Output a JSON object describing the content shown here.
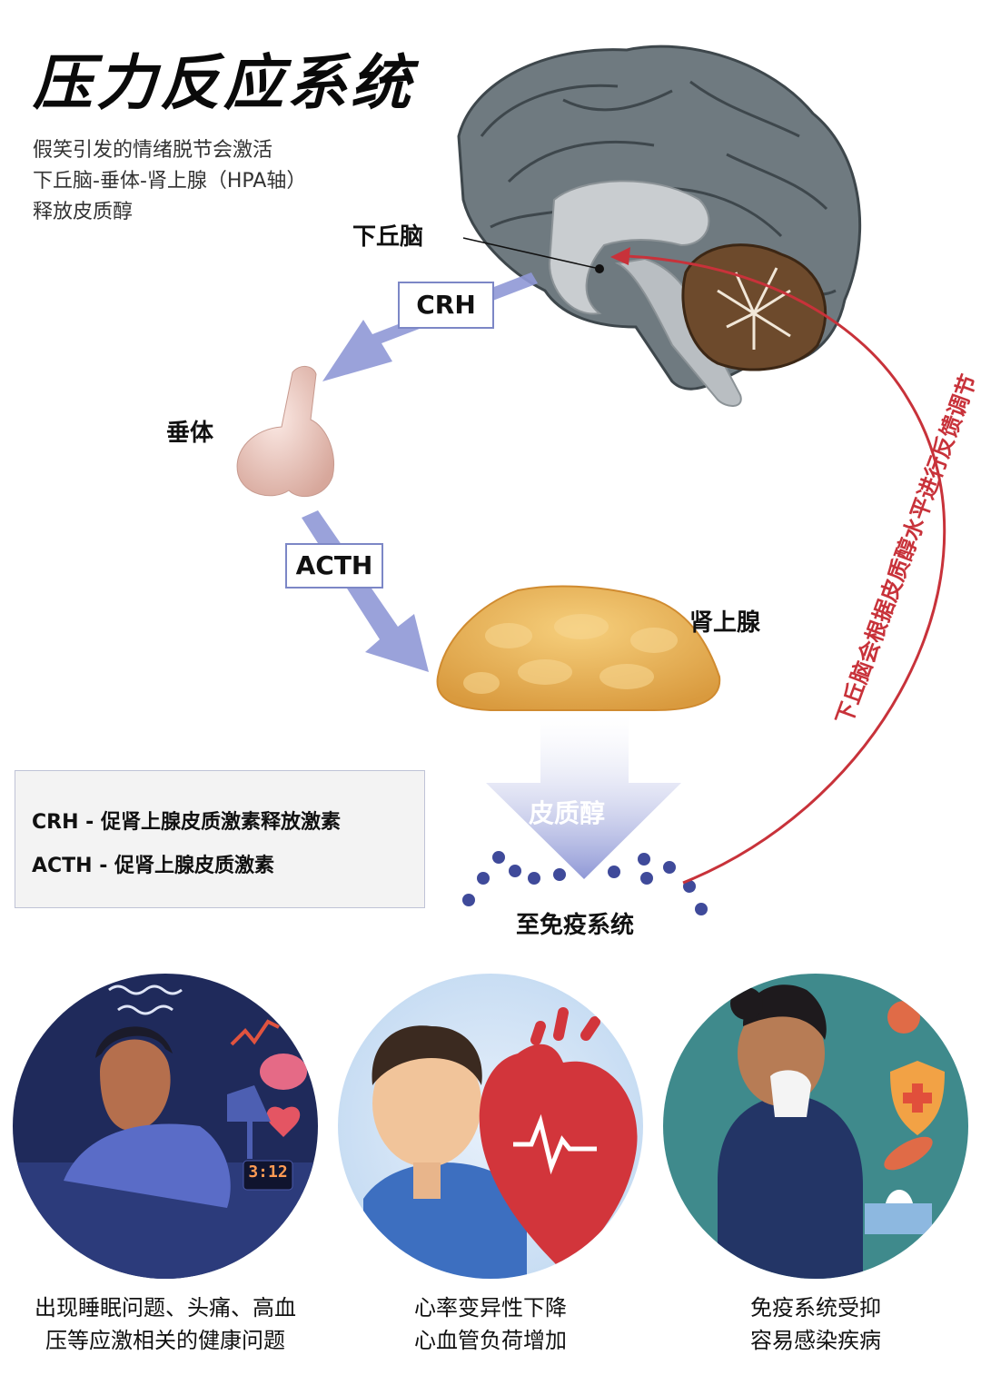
{
  "title": "压力反应系统",
  "subtitle_lines": [
    "假笑引发的情绪脱节会激活",
    "下丘脑-垂体-肾上腺（HPA轴）",
    "释放皮质醇"
  ],
  "labels": {
    "hypothalamus": "下丘脑",
    "pituitary": "垂体",
    "adrenal": "肾上腺",
    "cortisol": "皮质醇",
    "immune": "至免疫系统"
  },
  "hormones": {
    "crh": "CRH",
    "acth": "ACTH"
  },
  "feedback_text": "下丘脑会根据皮质醇水平进行反馈调节",
  "legend": [
    {
      "abbr": "CRH",
      "desc": " - 促肾上腺皮质激素释放激素"
    },
    {
      "abbr": "ACTH",
      "desc": " - 促肾上腺皮质激素"
    }
  ],
  "effects": [
    {
      "line1": "出现睡眠问题、头痛、高血",
      "line2": "压等应激相关的健康问题",
      "clock": "3:12"
    },
    {
      "line1": "心率变异性下降",
      "line2": "心血管负荷增加"
    },
    {
      "line1": "免疫系统受抑",
      "line2": "容易感染疾病"
    }
  ],
  "colors": {
    "arrow": "#8f98d6",
    "feedback": "#c8323a",
    "adrenal": "#e8ad55",
    "dots": "#3f4a9a"
  }
}
